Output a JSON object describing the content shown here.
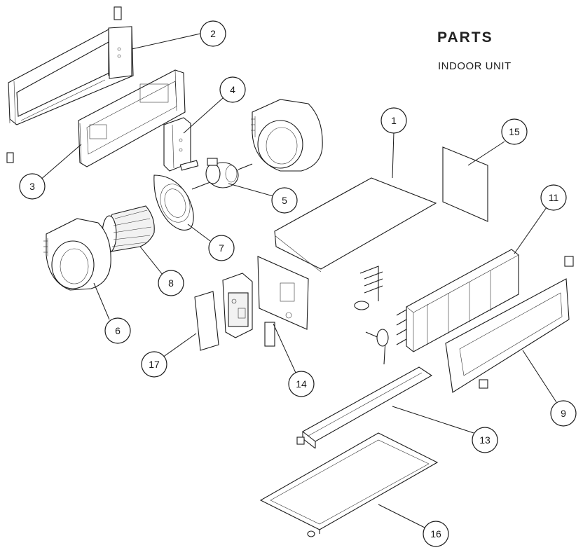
{
  "header": {
    "title": "PARTS",
    "subtitle": "INDOOR UNIT"
  },
  "callouts": [
    {
      "id": "c2",
      "label": "2"
    },
    {
      "id": "c4",
      "label": "4"
    },
    {
      "id": "c3",
      "label": "3"
    },
    {
      "id": "c5",
      "label": "5"
    },
    {
      "id": "c7",
      "label": "7"
    },
    {
      "id": "c8",
      "label": "8"
    },
    {
      "id": "c6",
      "label": "6"
    },
    {
      "id": "c17",
      "label": "17"
    },
    {
      "id": "c14",
      "label": "14"
    },
    {
      "id": "c1",
      "label": "1"
    },
    {
      "id": "c15",
      "label": "15"
    },
    {
      "id": "c11",
      "label": "11"
    },
    {
      "id": "c9",
      "label": "9"
    },
    {
      "id": "c13",
      "label": "13"
    },
    {
      "id": "c16",
      "label": "16"
    }
  ]
}
